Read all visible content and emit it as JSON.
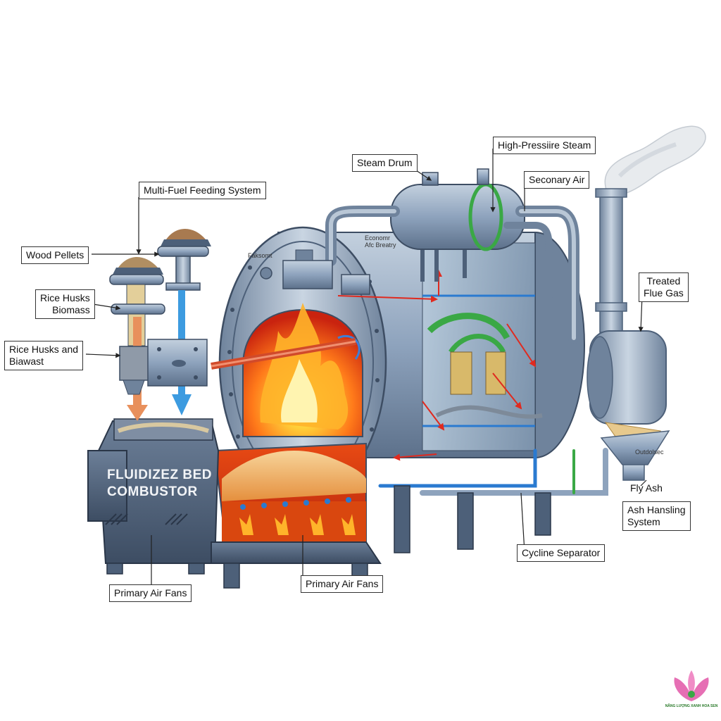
{
  "labels": {
    "multi_fuel": "Multi-Fuel Feeding System",
    "wood_pellets": "Wood Pellets",
    "rice_husks_biomass": "Rice Husks\nBiomass",
    "rice_husks_biawast": "Rice Husks and\nBiawast",
    "steam_drum": "Steam Drum",
    "high_pressure_steam": "High-Pressiire Steam",
    "secondary_air": "Seconary Air",
    "treated_flue_gas": "Treated\nFlue Gas",
    "fluidized_bed": "FLUIDIZEZ BED\nCOMBUSTOR",
    "primary_air_fans_left": "Primary Air Fans",
    "primary_air_fans_center": "Primary Air Fans",
    "cyclone_separator": "Cycline Separator",
    "fly_ash": "Fly Ash",
    "ash_handling": "Ash Hansling\nSystem",
    "faksomt": "Faksomt",
    "economizer": "Economr\nAfc Breatry",
    "outdoor": "Outdolsec"
  },
  "logo": {
    "text": "NĂNG LƯỢNG XANH HOA SEN"
  },
  "colors": {
    "steel": "#8ea3bd",
    "steel_dark": "#4d6079",
    "flame": "#ff6a1a",
    "air_blue": "#3d9be0",
    "fuel_orange": "#e8905c",
    "pipe_green": "#3aa845"
  }
}
